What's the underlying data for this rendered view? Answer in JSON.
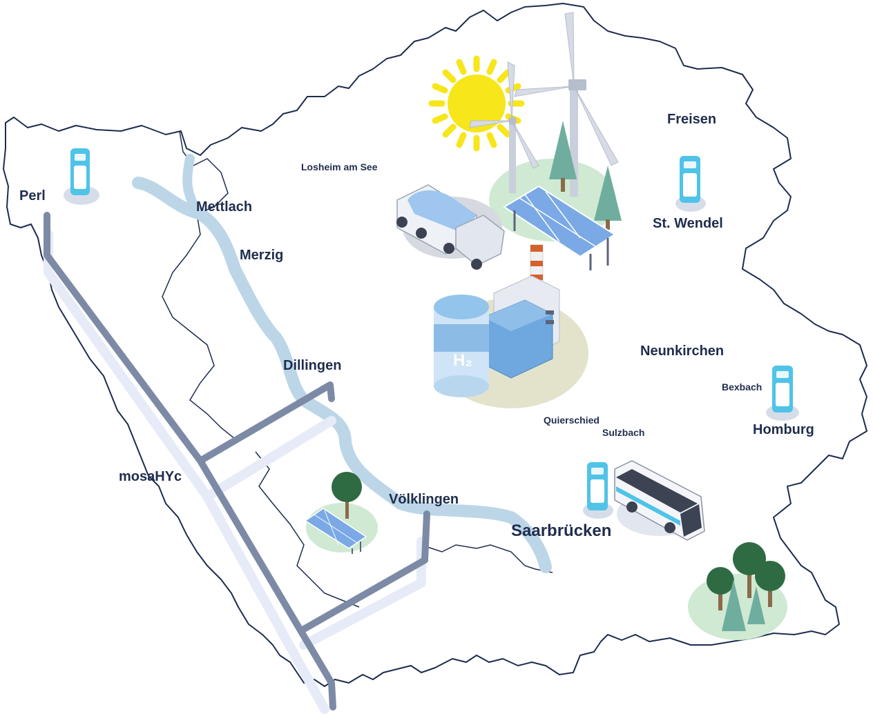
{
  "map": {
    "cities": {
      "perl": "Perl",
      "mettlach": "Mettlach",
      "merzig": "Merzig",
      "losheim": "Losheim am See",
      "dillingen": "Dillingen",
      "voelklingen": "Völklingen",
      "saarbruecken": "Saarbrücken",
      "freisen": "Freisen",
      "st_wendel": "St. Wendel",
      "neunkirchen": "Neunkirchen",
      "bexbach": "Bexbach",
      "homburg": "Homburg",
      "quierschied": "Quierschied",
      "sulzbach": "Sulzbach"
    },
    "pipeline_label": "mosaHYc",
    "colors": {
      "border": "#1c2b4f",
      "river": "#bcd6e8",
      "pipeline": "#7d8aa6",
      "pipeline_shadow": "#e6ebf7",
      "station": "#4fc3e8",
      "grass": "#cfe9d3",
      "sun": "#f6e61a",
      "label": "#1f2d4d"
    }
  }
}
